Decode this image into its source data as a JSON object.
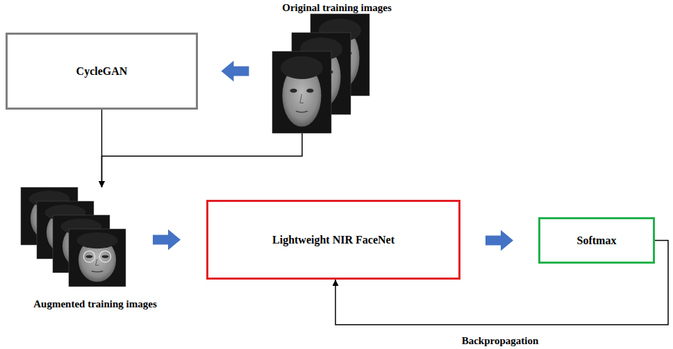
{
  "diagram": {
    "nodes": [
      {
        "text": [
          "Original training images"
        ]
      },
      {
        "text": [
          "CycleGAN"
        ]
      },
      {
        "text": [
          "Augmented training images"
        ]
      },
      {
        "text": [
          "Lightweight NIR FaceNet"
        ]
      },
      {
        "text": [
          "Softmax"
        ]
      }
    ],
    "edges": [
      {
        "from": 0,
        "to": 1,
        "arrow": "to"
      },
      {
        "from": 1,
        "to": 2,
        "arrow": "to"
      },
      {
        "from": 0,
        "to": 2,
        "arrow": "to"
      },
      {
        "from": 2,
        "to": 3,
        "arrow": "to"
      },
      {
        "from": 3,
        "to": 4,
        "arrow": "to"
      },
      {
        "from": 4,
        "to": 3,
        "arrow": "to",
        "label": "Backpropagation"
      }
    ]
  }
}
